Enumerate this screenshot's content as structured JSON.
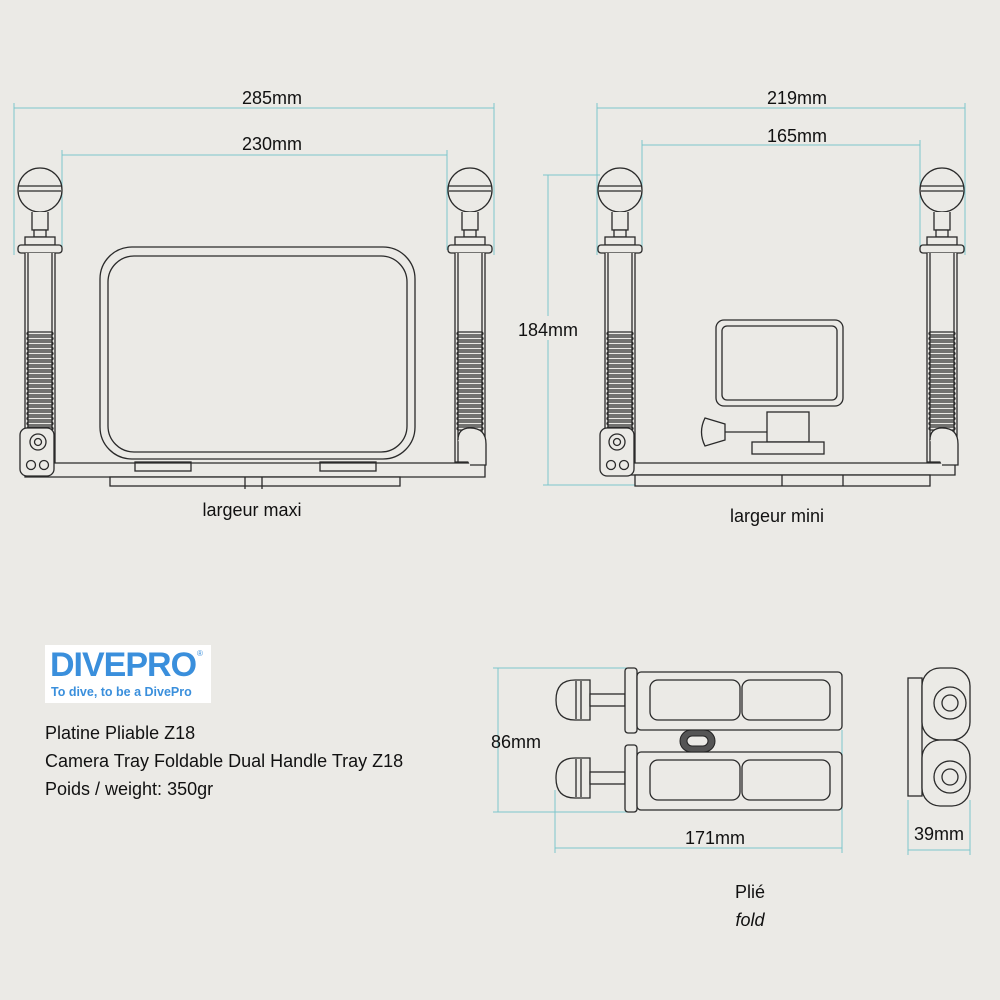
{
  "brand": {
    "name": "DIVEPRO",
    "registered": "®",
    "tagline": "To dive, to be a DivePro",
    "color": "#3a8fdc"
  },
  "product": {
    "title_fr": "Platine Pliable Z18",
    "title_en": "Camera Tray Foldable Dual Handle Tray Z18",
    "weight": "Poids / weight: 350gr"
  },
  "views": {
    "max": {
      "caption": "largeur maxi",
      "overall_width": "285mm",
      "handle_spacing": "230mm"
    },
    "min": {
      "caption": "largeur mini",
      "overall_width": "219mm",
      "handle_spacing": "165mm",
      "height": "184mm"
    },
    "folded": {
      "caption": "Plié",
      "caption_en": "fold",
      "height": "86mm",
      "length": "171mm",
      "depth": "39mm"
    }
  },
  "colors": {
    "dimension_line": "#7cc6cc",
    "background": "#ebeae6",
    "outline": "#2a2a2a"
  }
}
